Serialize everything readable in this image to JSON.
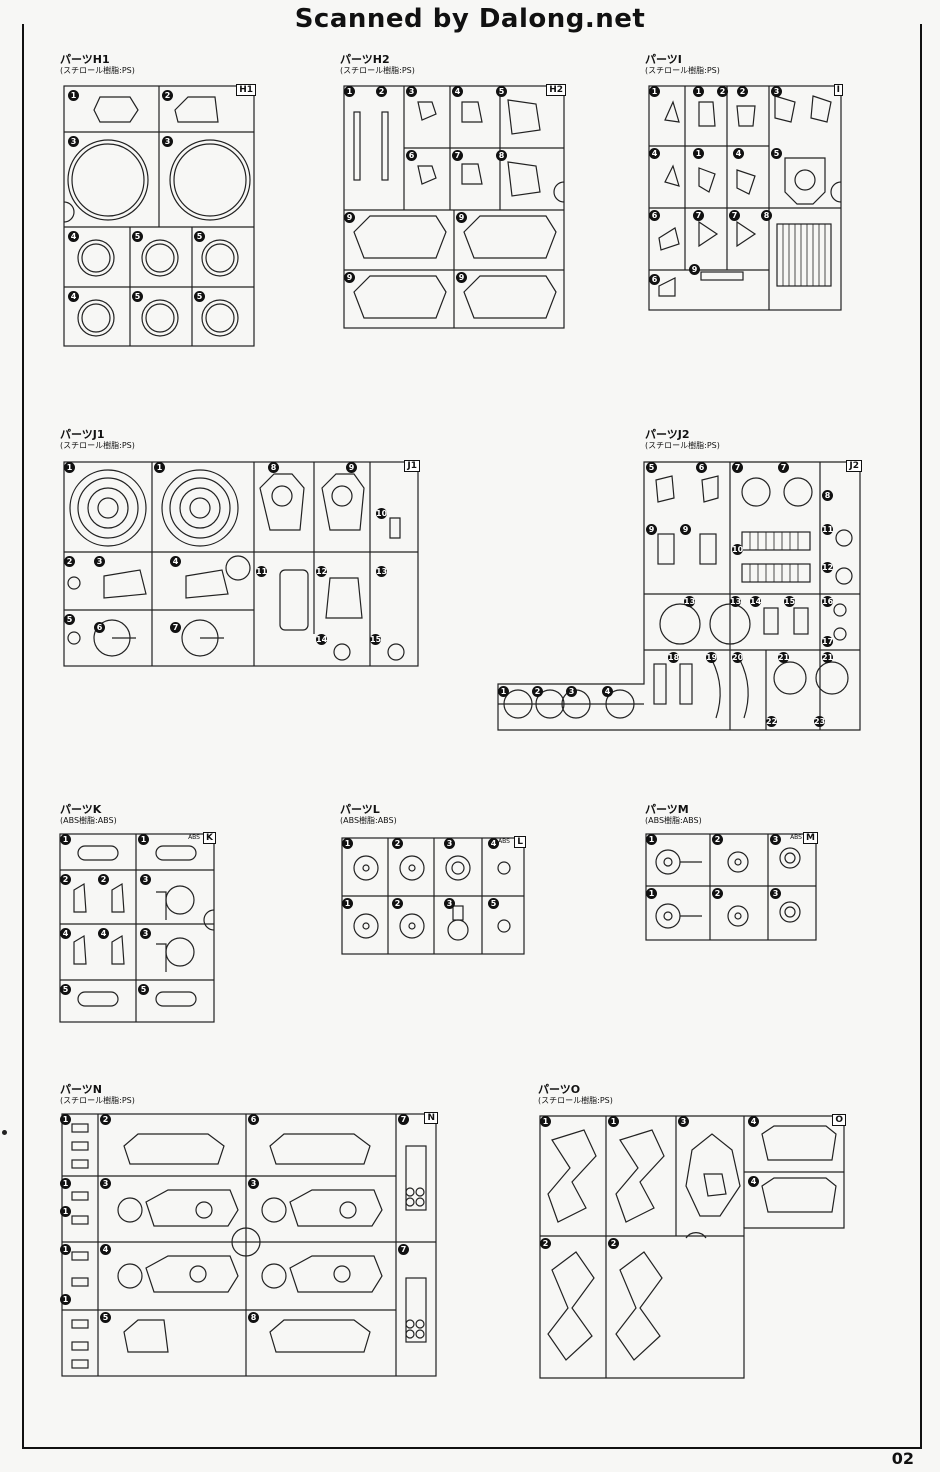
{
  "banner": "Scanned by Dalong.net",
  "page_number": "02",
  "panels": [
    {
      "id": "H1",
      "title": "パーツH1",
      "material": "(スチロール樹脂:PS)",
      "corner": "H1",
      "abs": ""
    },
    {
      "id": "H2",
      "title": "パーツH2",
      "material": "(スチロール樹脂:PS)",
      "corner": "H2",
      "abs": ""
    },
    {
      "id": "I",
      "title": "パーツI",
      "material": "(スチロール樹脂:PS)",
      "corner": "I",
      "abs": ""
    },
    {
      "id": "J1",
      "title": "パーツJ1",
      "material": "(スチロール樹脂:PS)",
      "corner": "J1",
      "abs": ""
    },
    {
      "id": "J2",
      "title": "パーツJ2",
      "material": "(スチロール樹脂:PS)",
      "corner": "J2",
      "abs": ""
    },
    {
      "id": "K",
      "title": "パーツK",
      "material": "(ABS樹脂:ABS)",
      "corner": "K",
      "abs": "ABS"
    },
    {
      "id": "L",
      "title": "パーツL",
      "material": "(ABS樹脂:ABS)",
      "corner": "L",
      "abs": "ABS"
    },
    {
      "id": "M",
      "title": "パーツM",
      "material": "(ABS樹脂:ABS)",
      "corner": "M",
      "abs": "ABS"
    },
    {
      "id": "N",
      "title": "パーツN",
      "material": "(スチロール樹脂:PS)",
      "corner": "N",
      "abs": ""
    },
    {
      "id": "O",
      "title": "パーツO",
      "material": "(スチロール樹脂:PS)",
      "corner": "O",
      "abs": ""
    }
  ],
  "numbers": {
    "H1": [
      "1",
      "2",
      "3",
      "3",
      "4",
      "5",
      "5",
      "4",
      "5",
      "5"
    ],
    "H2": [
      "1",
      "2",
      "3",
      "4",
      "5",
      "6",
      "7",
      "8",
      "9",
      "9",
      "9",
      "9"
    ],
    "I": [
      "1",
      "1",
      "2",
      "2",
      "3",
      "4",
      "1",
      "4",
      "5",
      "6",
      "7",
      "7",
      "8",
      "9",
      "6"
    ],
    "J1": [
      "1",
      "1",
      "8",
      "9",
      "10",
      "2",
      "3",
      "4",
      "11",
      "12",
      "13",
      "5",
      "6",
      "7",
      "14",
      "15"
    ],
    "J2": [
      "5",
      "6",
      "7",
      "7",
      "8",
      "9",
      "9",
      "10",
      "11",
      "12",
      "13",
      "13",
      "14",
      "15",
      "16",
      "17",
      "18",
      "19",
      "20",
      "21",
      "21",
      "22",
      "23",
      "1",
      "2",
      "3",
      "4"
    ],
    "K": [
      "1",
      "1",
      "2",
      "2",
      "3",
      "4",
      "4",
      "3",
      "5",
      "5"
    ],
    "L": [
      "1",
      "2",
      "3",
      "4",
      "1",
      "2",
      "3",
      "5"
    ],
    "M": [
      "1",
      "2",
      "3",
      "1",
      "2",
      "3"
    ],
    "N": [
      "1",
      "2",
      "6",
      "7",
      "1",
      "3",
      "1",
      "3",
      "1",
      "4",
      "7",
      "1",
      "5",
      "8"
    ],
    "O": [
      "1",
      "1",
      "3",
      "4",
      "4",
      "2",
      "2"
    ]
  }
}
